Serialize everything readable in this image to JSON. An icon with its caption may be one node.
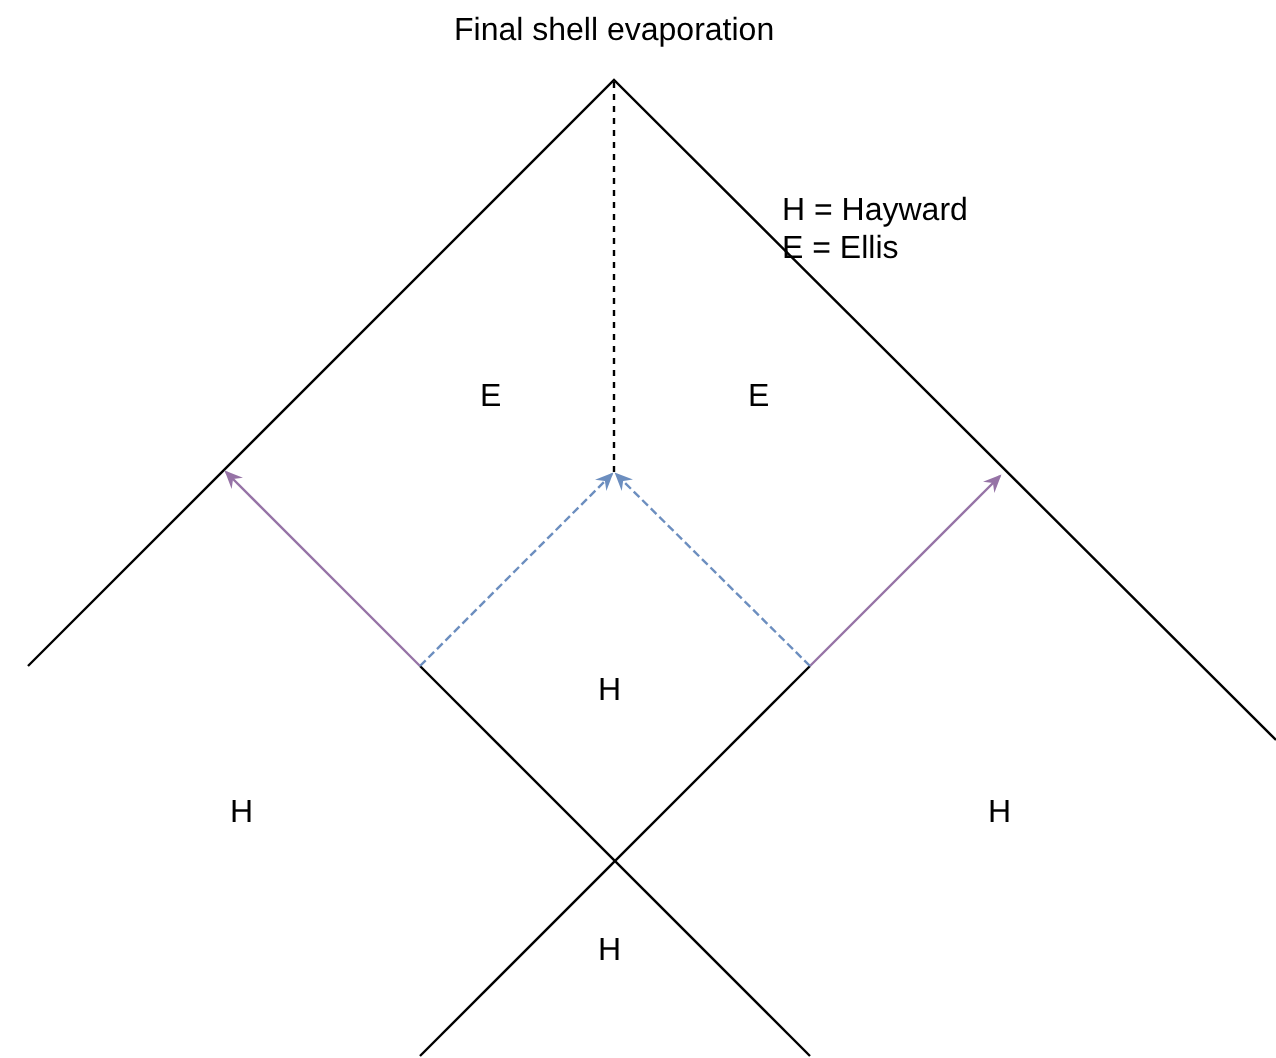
{
  "diagram": {
    "title": "Final shell evaporation",
    "labels": [
      "H = Hayward",
      "E = Ellis",
      "E",
      "E",
      "H",
      "H",
      "H",
      "H"
    ]
  }
}
